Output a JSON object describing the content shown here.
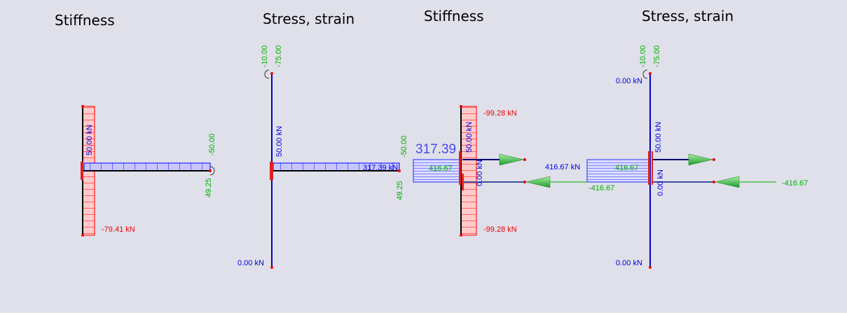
{
  "panels": [
    {
      "title": "Stiffness",
      "labels": {
        "vertical": "50.00 kN",
        "moment_top": "-50.00",
        "moment_bottom": "49.25",
        "red_bottom": "-79.41 kN"
      }
    },
    {
      "title": "Stress, strain",
      "labels": {
        "top_a": "-10.00",
        "top_b": "-75.00",
        "vertical": "50.00 kN",
        "beam_end": "317.39 kN",
        "moment_top": "-50.00",
        "moment_bottom": "49.25",
        "bottom": "0.00 kN"
      }
    },
    {
      "title": "Stiffness",
      "labels": {
        "big_value": "317.39",
        "hidden_green": "416.67",
        "red_top": "-99.28 kN",
        "red_bottom": "-99.28 kN",
        "vertical_a": "50.00 kN",
        "vertical_b": "0.00 kN",
        "force": "416.67 kN"
      }
    },
    {
      "title": "Stress, strain",
      "labels": {
        "top_a": "-10.00",
        "top_b": "-75.00",
        "top_force": "0.00 kN",
        "vertical_a": "50.00 kN",
        "vertical_b": "0.00 kN",
        "hidden_green": "416.67",
        "left_green": "-416.67",
        "right_green": "-416.67",
        "bottom": "0.00 kN"
      }
    }
  ],
  "colors": {
    "background": "#dfe0ea",
    "member": "#0000c8",
    "stiffness_fill": "#ffc8c8",
    "stress_fill": "#c8c8ff",
    "load": "#00b000",
    "node": "#e00000"
  }
}
